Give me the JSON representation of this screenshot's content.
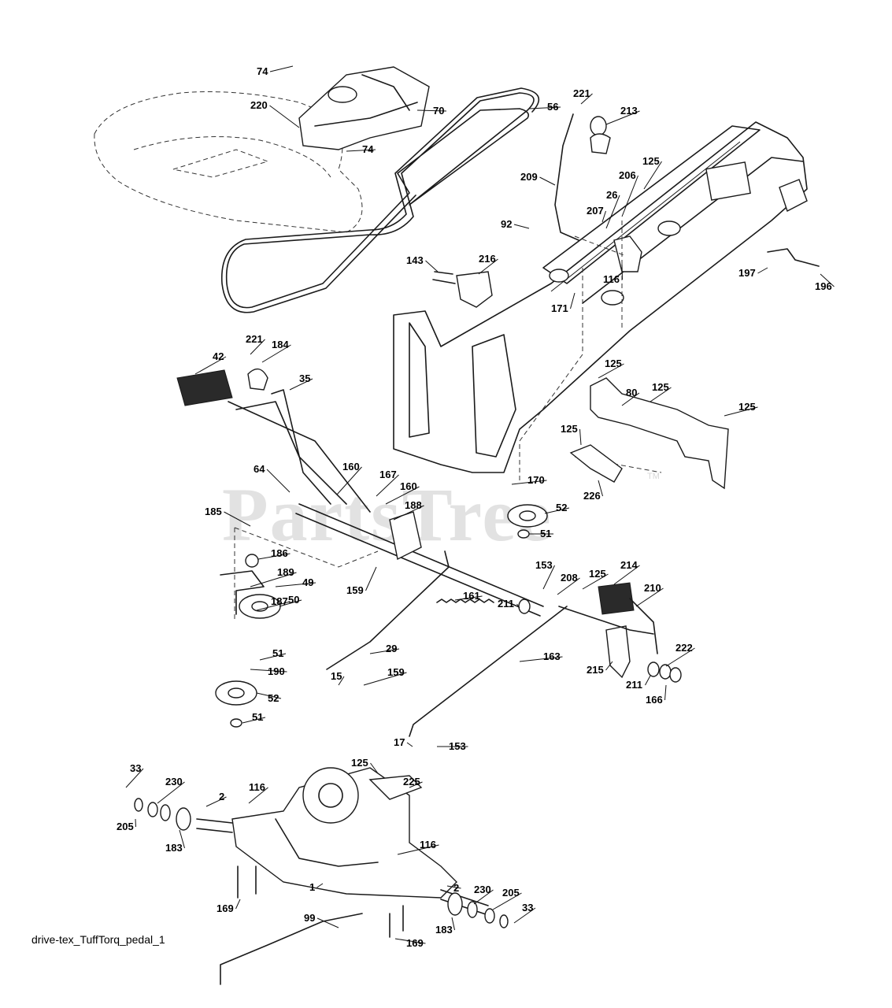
{
  "watermark": {
    "text": "PartsTree",
    "trademark": "TM"
  },
  "caption": "drive-tex_TuffTorq_pedal_1",
  "callouts": [
    {
      "id": "c74a",
      "label": "74"
    },
    {
      "id": "c220",
      "label": "220"
    },
    {
      "id": "c70",
      "label": "70"
    },
    {
      "id": "c56",
      "label": "56"
    },
    {
      "id": "c74b",
      "label": "74"
    },
    {
      "id": "c221a",
      "label": "221"
    },
    {
      "id": "c213",
      "label": "213"
    },
    {
      "id": "c125a",
      "label": "125"
    },
    {
      "id": "c206",
      "label": "206"
    },
    {
      "id": "c26",
      "label": "26"
    },
    {
      "id": "c209",
      "label": "209"
    },
    {
      "id": "c207",
      "label": "207"
    },
    {
      "id": "c92",
      "label": "92"
    },
    {
      "id": "c143",
      "label": "143"
    },
    {
      "id": "c216",
      "label": "216"
    },
    {
      "id": "c116a",
      "label": "116"
    },
    {
      "id": "c197",
      "label": "197"
    },
    {
      "id": "c196",
      "label": "196"
    },
    {
      "id": "c171",
      "label": "171"
    },
    {
      "id": "c221b",
      "label": "221"
    },
    {
      "id": "c184",
      "label": "184"
    },
    {
      "id": "c42",
      "label": "42"
    },
    {
      "id": "c35",
      "label": "35"
    },
    {
      "id": "c125b",
      "label": "125"
    },
    {
      "id": "c80",
      "label": "80"
    },
    {
      "id": "c125c",
      "label": "125"
    },
    {
      "id": "c125d",
      "label": "125"
    },
    {
      "id": "c125e",
      "label": "125"
    },
    {
      "id": "c64",
      "label": "64"
    },
    {
      "id": "c160a",
      "label": "160"
    },
    {
      "id": "c167",
      "label": "167"
    },
    {
      "id": "c160b",
      "label": "160"
    },
    {
      "id": "c170",
      "label": "170"
    },
    {
      "id": "c226",
      "label": "226"
    },
    {
      "id": "c185",
      "label": "185"
    },
    {
      "id": "c188",
      "label": "188"
    },
    {
      "id": "c52a",
      "label": "52"
    },
    {
      "id": "c51a",
      "label": "51"
    },
    {
      "id": "c186",
      "label": "186"
    },
    {
      "id": "c189",
      "label": "189"
    },
    {
      "id": "c49",
      "label": "49"
    },
    {
      "id": "c159a",
      "label": "159"
    },
    {
      "id": "c153a",
      "label": "153"
    },
    {
      "id": "c125f",
      "label": "125"
    },
    {
      "id": "c214",
      "label": "214"
    },
    {
      "id": "c208",
      "label": "208"
    },
    {
      "id": "c210",
      "label": "210"
    },
    {
      "id": "c187",
      "label": "187"
    },
    {
      "id": "c50",
      "label": "50"
    },
    {
      "id": "c161",
      "label": "161"
    },
    {
      "id": "c211a",
      "label": "211"
    },
    {
      "id": "c51b",
      "label": "51"
    },
    {
      "id": "c29",
      "label": "29"
    },
    {
      "id": "c163",
      "label": "163"
    },
    {
      "id": "c222",
      "label": "222"
    },
    {
      "id": "c190",
      "label": "190"
    },
    {
      "id": "c15",
      "label": "15"
    },
    {
      "id": "c159b",
      "label": "159"
    },
    {
      "id": "c215",
      "label": "215"
    },
    {
      "id": "c211b",
      "label": "211"
    },
    {
      "id": "c166",
      "label": "166"
    },
    {
      "id": "c52b",
      "label": "52"
    },
    {
      "id": "c51c",
      "label": "51"
    },
    {
      "id": "c17",
      "label": "17"
    },
    {
      "id": "c153b",
      "label": "153"
    },
    {
      "id": "c33a",
      "label": "33"
    },
    {
      "id": "c125g",
      "label": "125"
    },
    {
      "id": "c230a",
      "label": "230"
    },
    {
      "id": "c225",
      "label": "225"
    },
    {
      "id": "c2a",
      "label": "2"
    },
    {
      "id": "c116b",
      "label": "116"
    },
    {
      "id": "c205a",
      "label": "205"
    },
    {
      "id": "c183a",
      "label": "183"
    },
    {
      "id": "c116c",
      "label": "116"
    },
    {
      "id": "c1",
      "label": "1"
    },
    {
      "id": "c2b",
      "label": "2"
    },
    {
      "id": "c230b",
      "label": "230"
    },
    {
      "id": "c205b",
      "label": "205"
    },
    {
      "id": "c169a",
      "label": "169"
    },
    {
      "id": "c99",
      "label": "99"
    },
    {
      "id": "c33b",
      "label": "33"
    },
    {
      "id": "c183b",
      "label": "183"
    },
    {
      "id": "c169b",
      "label": "169"
    }
  ]
}
